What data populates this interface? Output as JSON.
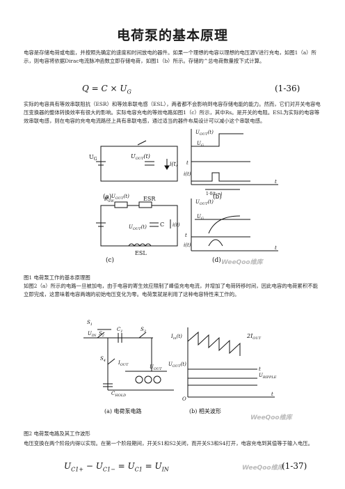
{
  "title": "电荷泵的基本原理",
  "intro": "电容是存储电荷或电能，并按照先确定的速度和时间放电的器件。如果一个理想的电容以理想的电压源V进行充电，如图1（a）所示，则电容将依据Dirac电流脉冲函数立即存储电荷，如图1（b）所示。存储的^总电荷数量按下式计算。",
  "eq1": {
    "formula": "Q = C × U",
    "sub": "G",
    "number": "(1-36)"
  },
  "para2": "实际的电容具有等效串联阻抗（ESR）和等效串联电感（ESL），两者都不会影响到电容存储电能的能力。然而，它们对开关电容电压变换器的整体转换效率有很大的影响。实际电容充电的等效电路如图1（c）所示，其中Rs。是开关的电阻。ESL为实际的电容等效串联电感，则在电容的充电电流路径上具有串联电感，通过适当的器件布局设计可以减小这个串联电感。",
  "fig1": {
    "a_label": "(a)",
    "b_label": "(b)",
    "c_label": "(c)",
    "d_label": "(d)",
    "ug": "U",
    "ug_sub": "G",
    "uout": "U",
    "uout_sub": "OUT",
    "uout_arg": "(t)",
    "it": "i(t)",
    "uout_t": "U",
    "uout_t_sub": "OUT",
    "uout_t_arg": "(t)",
    "t": "t",
    "area": "1·δ(t-∞)",
    "rsw": "R",
    "rsw_sub": "SW",
    "esr": "ESR",
    "esl": "ESL",
    "c": "C",
    "top": "U",
    "top_sub": "OUT",
    "top_arg": "(t)"
  },
  "fig1_caption": "图1  电荷泵工作的基本原理图",
  "para3": "如图2（a）所示的电路一旦被加电，由于电容的寄生效应限制了峰值充电电流，并增加了电荷转移时间，因此电容的电荷累积不能立即完成，这意味着电容两端的初始电压变化为零。电荷泵就是利用了这种电容特性来工作的。",
  "fig2": {
    "s1": "S",
    "s1_sub": "1",
    "s2": "S",
    "s2_sub": "2",
    "s3": "S",
    "s3_sub": "3",
    "s4": "S",
    "s4_sub": "4",
    "c1": "C",
    "c1_sub": "1",
    "uin": "U",
    "uin_sub": "IN",
    "iout": "I",
    "iout_sub": "OUT",
    "uout": "U",
    "uout_sub": "OUT",
    "chold": "C",
    "chold_sub": "HOLD",
    "iin": "I",
    "iin_sub": "in",
    "iin_arg": "(t)",
    "two_iout": "2I",
    "two_iout_sub": "OUT",
    "uout_t": "U",
    "uout_t_sub": "OUT",
    "uout_t_arg": "(t)",
    "uripple": "U",
    "uripple_sub": "RIPPLE",
    "t": "t",
    "o": "O",
    "a_label": "(a) 电荷泵电路",
    "b_label": "(b) 相关波形"
  },
  "fig2_caption": "图2  电荷泵电路及其工作波形",
  "para4": "电压变换在两个阶段内得以实现。在第一个阶段期间，开关S1和S2关闭，而开关S3和S4打开，电容充电到其值等于输入电压。",
  "eq2": {
    "formula": "U",
    "number": "(1-37)"
  },
  "watermark": "WeeQoo维库"
}
